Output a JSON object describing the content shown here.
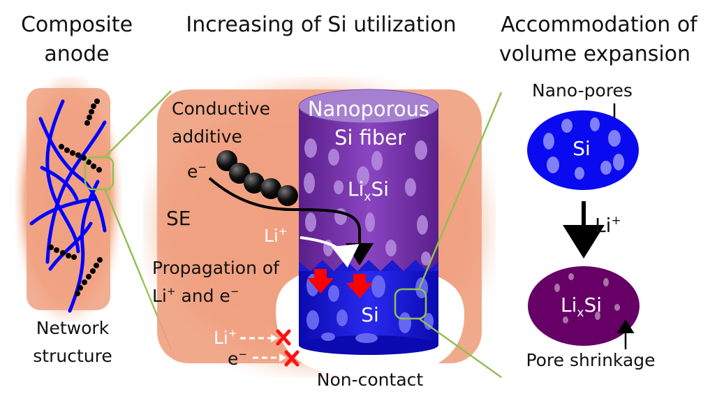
{
  "headings": {
    "left_line1": "Composite",
    "left_line2": "anode",
    "middle": "Increasing of Si utilization",
    "right_line1": "Accommodation of",
    "right_line2": "volume expansion"
  },
  "left_panel": {
    "caption_line1": "Network",
    "caption_line2": "structure"
  },
  "middle_panel": {
    "conductive_line1": "Conductive",
    "conductive_line2": "additive",
    "electron": "e",
    "charge_minus": "−",
    "se": "SE",
    "li_ion": "Li",
    "charge_plus": "+",
    "propagation_line1": "Propagation of",
    "propagation_li": "Li",
    "propagation_and": "and e",
    "fiber_line1": "Nanoporous",
    "fiber_line2": "Si fiber",
    "lixsi_li": "Li",
    "lixsi_x": "x",
    "lixsi_si": "Si",
    "si": "Si",
    "noncontact_li": "Li",
    "noncontact_e": "e",
    "noncontact": "Non-contact"
  },
  "right_panel": {
    "nanopores": "Nano-pores",
    "si": "Si",
    "li_ion": "Li",
    "plus": "+",
    "lixsi_li": "Li",
    "lixsi_x": "x",
    "lixsi_si": "Si",
    "pore_shrinkage": "Pore shrinkage"
  },
  "colors": {
    "electrolyte": "#f0a080",
    "silicon": "#1010e0",
    "lithiated": "#660066",
    "fiber_purple": "#7030a0",
    "arrow_red": "#ff0000",
    "zoom_green": "#92c050",
    "network_blue": "#0000ff"
  }
}
